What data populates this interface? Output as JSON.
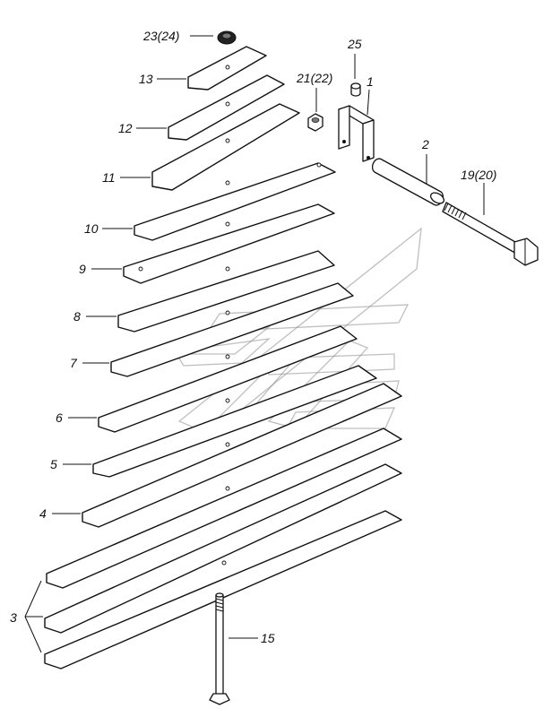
{
  "diagram": {
    "labels": {
      "nut_top": "23(24)",
      "leaf_13": "13",
      "leaf_12": "12",
      "leaf_11": "11",
      "leaf_10": "10",
      "leaf_9": "9",
      "leaf_8": "8",
      "leaf_7": "7",
      "leaf_6": "6",
      "leaf_5": "5",
      "leaf_4": "4",
      "leaf_3": "3",
      "nut_small": "21(22)",
      "clip": "1",
      "cap": "25",
      "bushing": "2",
      "bolt_long": "19(20)",
      "center_bolt": "15"
    }
  }
}
